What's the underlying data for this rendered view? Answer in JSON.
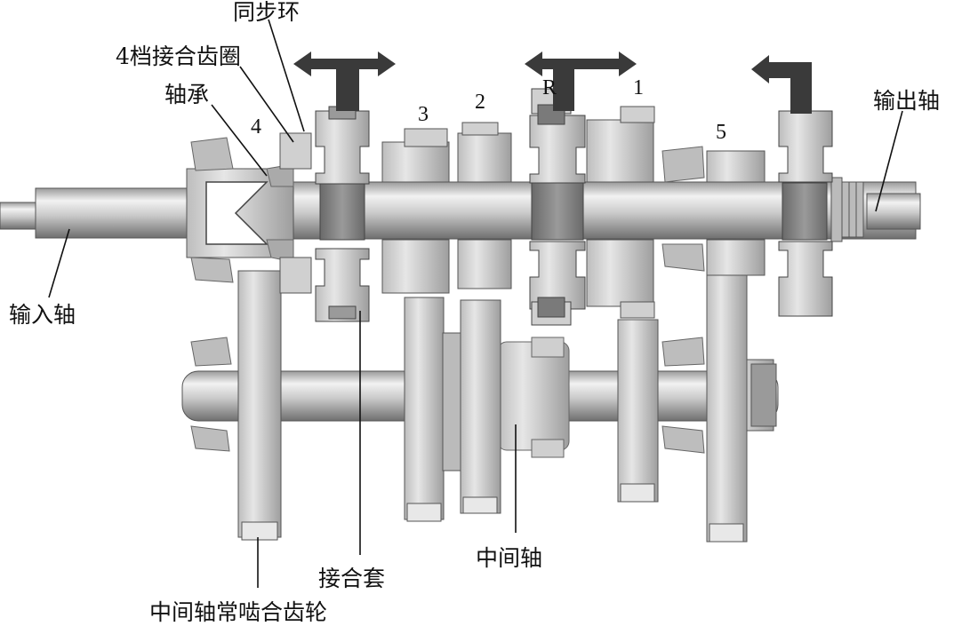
{
  "labels": {
    "synchro_ring": "同步环",
    "fourth_gear_ring": "4档接合齿圈",
    "bearing": "轴承",
    "output_shaft": "输出轴",
    "input_shaft": "输入轴",
    "sleeve": "接合套",
    "countershaft": "中间轴",
    "constant_mesh_gear": "中间轴常啮合齿轮"
  },
  "gear_numbers": {
    "g4": "4",
    "g3": "3",
    "g2": "2",
    "gR": "R",
    "g1": "1",
    "g5": "5"
  },
  "colors": {
    "ink": "#111111",
    "arrow": "#3a3a3a",
    "gear_light": "#d8d8d8",
    "gear_mid": "#a9a9a9",
    "hub_dark": "#7d7d7d"
  }
}
